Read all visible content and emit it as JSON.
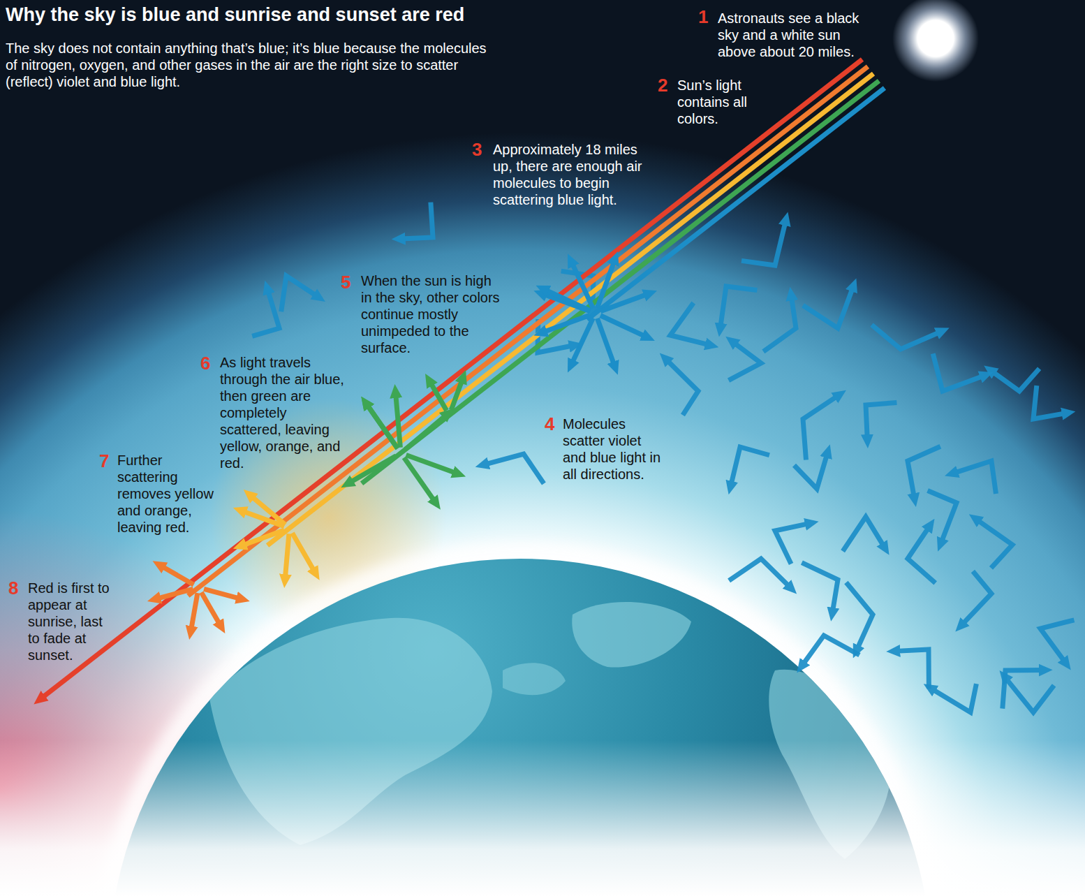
{
  "diagram": {
    "title": "Why the sky is blue and sunrise and sunset are red",
    "caption": "The sky does not contain anything that’s blue; it’s blue because the molecules of nitrogen, oxygen, and other gases in the air are the right size to scatter (reflect) violet and blue light.",
    "labels": [
      "1",
      "Astronauts see a black sky and a white sun above about 20 miles.",
      "2",
      "Sun’s light contains all colors.",
      "3",
      "Approximately 18 miles up, there are enough air molecules to begin scattering blue light.",
      "4",
      "Molecules scatter violet and blue light in all directions.",
      "5",
      "When the sun is high in the sky, other colors continue mostly unimpeded to the surface.",
      "6",
      "As light travels through the air blue, then green are completely scattered, leaving yellow, orange, and red.",
      "7",
      "Further scattering removes yellow and orange, leaving red.",
      "8",
      "Red is first to appear at sunrise, last to fade at sunset."
    ]
  }
}
